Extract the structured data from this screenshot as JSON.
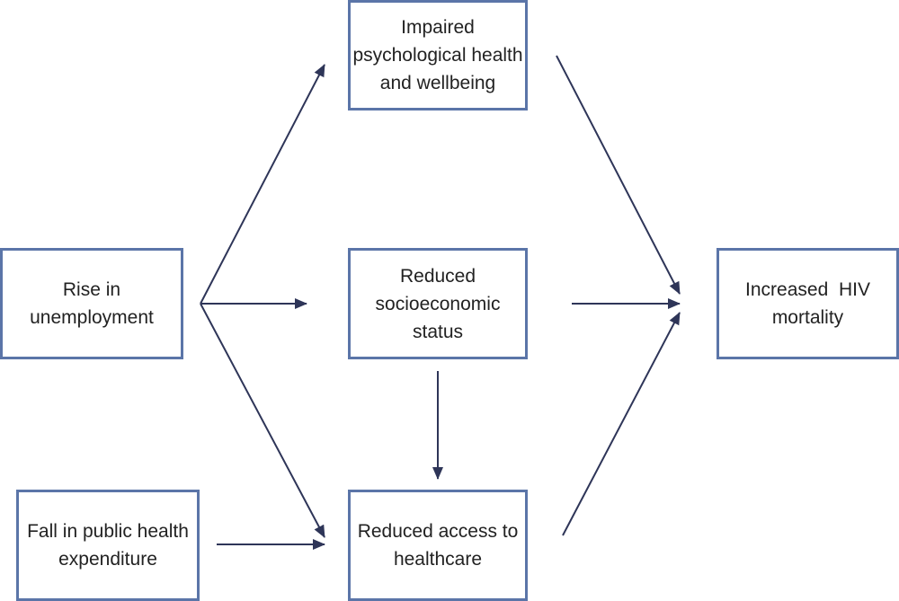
{
  "nodes": {
    "rise_unemployment": {
      "lines": [
        "Rise in",
        "unemployment"
      ]
    },
    "fall_public_health": {
      "lines": [
        "Fall in public health",
        "expenditure"
      ]
    },
    "impaired_psych": {
      "lines": [
        "Impaired",
        "psychological health",
        "and wellbeing"
      ]
    },
    "reduced_ses": {
      "lines": [
        "Reduced",
        "socioeconomic",
        "status"
      ]
    },
    "reduced_access": {
      "lines": [
        "Reduced access to",
        "healthcare"
      ]
    },
    "increased_hiv": {
      "lines": [
        "Increased  HIV",
        "mortality"
      ]
    }
  },
  "edges": [
    {
      "from": "rise_unemployment",
      "to": "impaired_psych"
    },
    {
      "from": "rise_unemployment",
      "to": "reduced_ses"
    },
    {
      "from": "rise_unemployment",
      "to": "reduced_access"
    },
    {
      "from": "fall_public_health",
      "to": "reduced_access"
    },
    {
      "from": "reduced_ses",
      "to": "reduced_access"
    },
    {
      "from": "impaired_psych",
      "to": "increased_hiv"
    },
    {
      "from": "reduced_ses",
      "to": "increased_hiv"
    },
    {
      "from": "reduced_access",
      "to": "increased_hiv"
    }
  ],
  "colors": {
    "box_border": "#5b75a8",
    "arrow": "#2e3558",
    "text": "#222222"
  }
}
